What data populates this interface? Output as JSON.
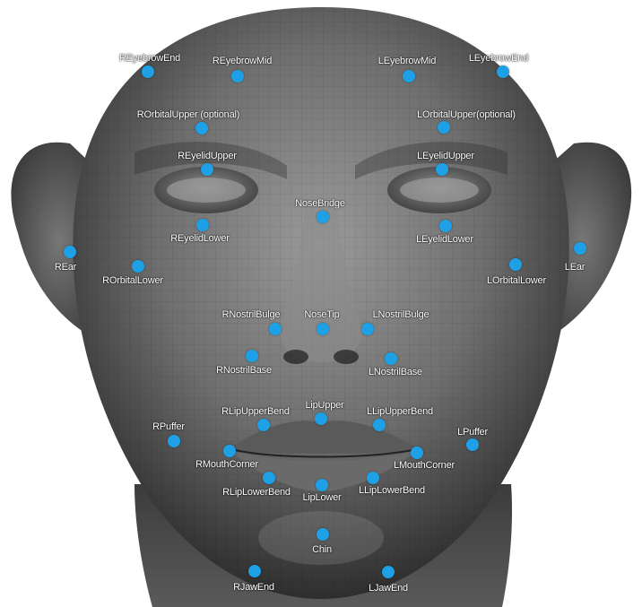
{
  "landmarks": [
    {
      "id": "r-eyebrow-end",
      "label": "REyebrowEnd"
    },
    {
      "id": "r-eyebrow-mid",
      "label": "REyebrowMid"
    },
    {
      "id": "l-eyebrow-mid",
      "label": "LEyebrowMid"
    },
    {
      "id": "l-eyebrow-end",
      "label": "LEyebrowEnd"
    },
    {
      "id": "r-orbital-upper",
      "label": "ROrbitalUpper (optional)"
    },
    {
      "id": "l-orbital-upper",
      "label": "LOrbitalUpper(optional)"
    },
    {
      "id": "r-eyelid-upper",
      "label": "REyelidUpper"
    },
    {
      "id": "l-eyelid-upper",
      "label": "LEyelidUpper"
    },
    {
      "id": "nose-bridge",
      "label": "NoseBridge"
    },
    {
      "id": "r-eyelid-lower",
      "label": "REyelidLower"
    },
    {
      "id": "l-eyelid-lower",
      "label": "LEyelidLower"
    },
    {
      "id": "r-ear",
      "label": "REar"
    },
    {
      "id": "l-ear",
      "label": "LEar"
    },
    {
      "id": "r-orbital-lower",
      "label": "ROrbitalLower"
    },
    {
      "id": "l-orbital-lower",
      "label": "LOrbitalLower"
    },
    {
      "id": "r-nostril-bulge",
      "label": "RNostrilBulge"
    },
    {
      "id": "nose-tip",
      "label": "NoseTip"
    },
    {
      "id": "l-nostril-bulge",
      "label": "LNostrilBulge"
    },
    {
      "id": "r-nostril-base",
      "label": "RNostrilBase"
    },
    {
      "id": "l-nostril-base",
      "label": "LNostrilBase"
    },
    {
      "id": "r-lip-upper-bend",
      "label": "RLipUpperBend"
    },
    {
      "id": "lip-upper",
      "label": "LipUpper"
    },
    {
      "id": "l-lip-upper-bend",
      "label": "LLipUpperBend"
    },
    {
      "id": "r-puffer",
      "label": "RPuffer"
    },
    {
      "id": "l-puffer",
      "label": "LPuffer"
    },
    {
      "id": "r-mouth-corner",
      "label": "RMouthCorner"
    },
    {
      "id": "l-mouth-corner",
      "label": "LMouthCorner"
    },
    {
      "id": "r-lip-lower-bend",
      "label": "RLipLowerBend"
    },
    {
      "id": "lip-lower",
      "label": "LipLower"
    },
    {
      "id": "l-lip-lower-bend",
      "label": "LLipLowerBend"
    },
    {
      "id": "chin",
      "label": "Chin"
    },
    {
      "id": "r-jaw-end",
      "label": "RJawEnd"
    },
    {
      "id": "l-jaw-end",
      "label": "LJawEnd"
    }
  ]
}
